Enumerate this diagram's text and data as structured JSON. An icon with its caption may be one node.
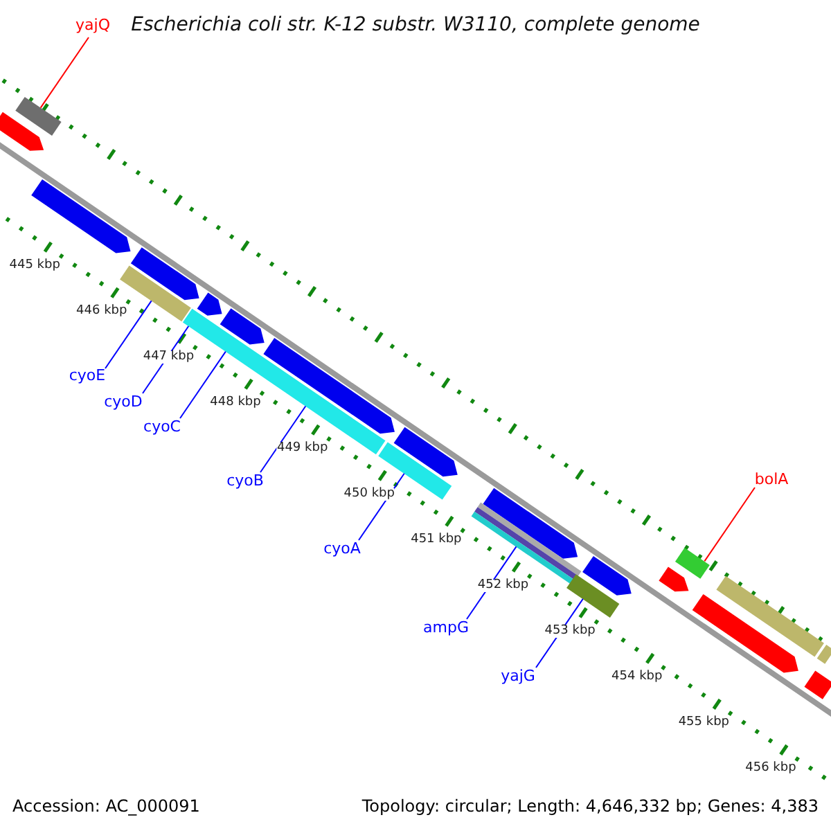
{
  "diagram": {
    "title": "Escherichia coli str. K-12 substr. W3110, complete genome",
    "nodes": [
      {
        "text": [
          "yajQ"
        ]
      },
      {
        "text": [],
        "shape": "box"
      },
      {
        "text": [
          "cyoE"
        ]
      },
      {
        "text": [],
        "shape": "arrow"
      },
      {
        "text": [
          "cyoD"
        ]
      },
      {
        "text": [],
        "shape": "arrow"
      },
      {
        "text": [
          "cyoC"
        ]
      },
      {
        "text": [],
        "shape": "arrow"
      },
      {
        "text": [
          "cyoB"
        ]
      },
      {
        "text": [],
        "shape": "arrow"
      },
      {
        "text": [
          "cyoA"
        ]
      },
      {
        "text": [],
        "shape": "arrow"
      },
      {
        "text": [
          "ampG"
        ]
      },
      {
        "text": [],
        "shape": "arrow"
      },
      {
        "text": [
          "yajG"
        ]
      },
      {
        "text": [],
        "shape": "arrow"
      },
      {
        "text": [
          "bolA"
        ]
      },
      {
        "text": [],
        "shape": "box"
      },
      {
        "text": [],
        "shape": "arrow"
      },
      {
        "text": [],
        "shape": "arrow"
      },
      {
        "text": [],
        "shape": "bar"
      },
      {
        "text": [],
        "shape": "bar"
      },
      {
        "text": [],
        "shape": "bar"
      },
      {
        "text": [],
        "shape": "bar"
      },
      {
        "text": [],
        "shape": "bar"
      },
      {
        "text": [],
        "shape": "arrow"
      },
      {
        "text": [],
        "shape": "arrow"
      },
      {
        "text": [],
        "shape": "bar"
      },
      {
        "text": [],
        "shape": "bar"
      },
      {
        "text": [],
        "shape": "bar"
      }
    ],
    "edges": [
      {
        "from": 0,
        "to": 1,
        "arrow": "none",
        "color": "#ff0000"
      },
      {
        "from": 2,
        "to": 20,
        "arrow": "none"
      },
      {
        "from": 4,
        "to": 21,
        "arrow": "none"
      },
      {
        "from": 6,
        "to": 21,
        "arrow": "none"
      },
      {
        "from": 8,
        "to": 21,
        "arrow": "none"
      },
      {
        "from": 10,
        "to": 22,
        "arrow": "none"
      },
      {
        "from": 12,
        "to": 23,
        "arrow": "none"
      },
      {
        "from": 14,
        "to": 24,
        "arrow": "none"
      },
      {
        "from": 16,
        "to": 17,
        "arrow": "none",
        "color": "#ff0000"
      }
    ],
    "labels": [
      "445 kbp",
      "446 kbp",
      "447 kbp",
      "448 kbp",
      "449 kbp",
      "450 kbp",
      "451 kbp",
      "452 kbp",
      "453 kbp",
      "454 kbp",
      "455 kbp",
      "456 kbp",
      "Accession: AC_000091",
      "Topology: circular; Length: 4,646,332 bp; Genes: 4,383"
    ]
  }
}
